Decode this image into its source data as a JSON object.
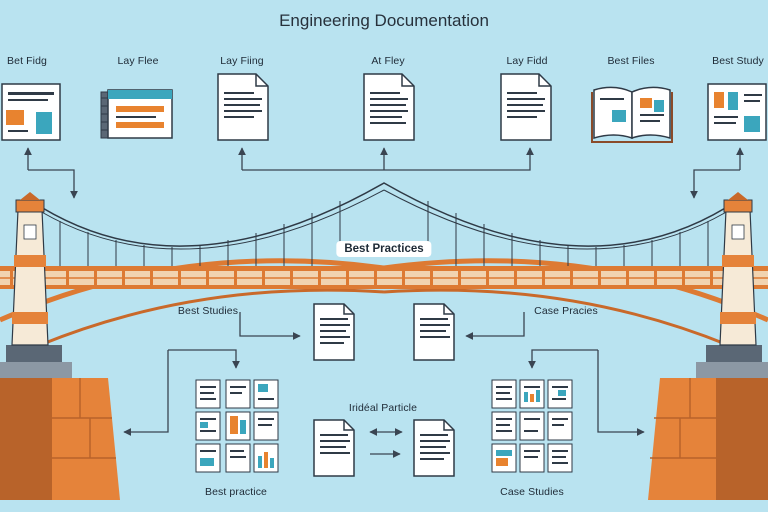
{
  "title": "Engineering Documentation",
  "top_labels": [
    "Bet Fidg",
    "Lay Flee",
    "Lay Fiing",
    "At Fley",
    "Lay Fidd",
    "Best Files",
    "Best Study"
  ],
  "bridge_label": "Best Practices",
  "mid_labels": {
    "left": "Best Studies",
    "right": "Case Pracies",
    "center": "Iridéal Particle"
  },
  "bottom_labels": {
    "left": "Best practice",
    "right": "Case Studies"
  },
  "colors": {
    "sky": "#b9e3f0",
    "bridge_orange": "#dd7a33",
    "tower_cream": "#f6ead7",
    "block_orange": "#e5833a",
    "accent_teal": "#3ba6bd"
  }
}
